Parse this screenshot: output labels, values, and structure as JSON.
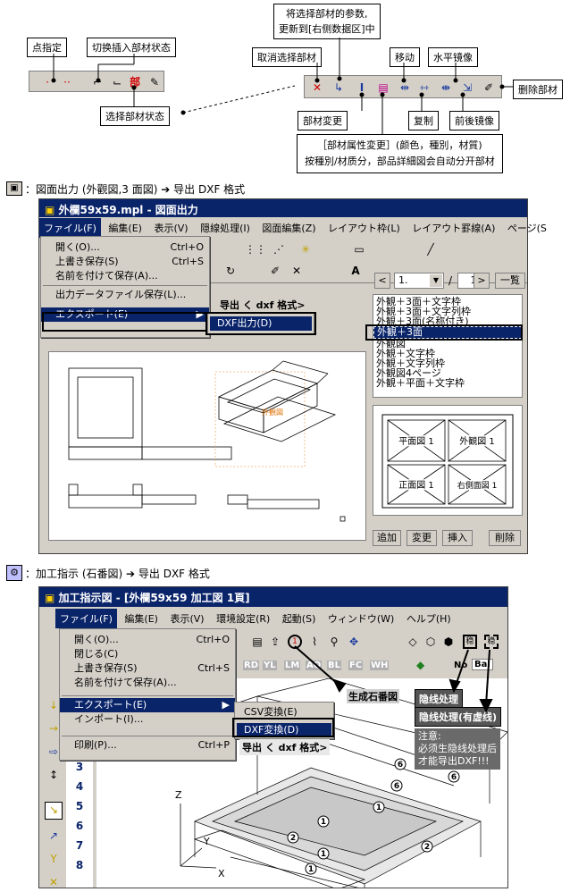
{
  "top": {
    "labels": {
      "point": "点指定",
      "switch": "切换插入部材状态",
      "select_state": "选择部材状态",
      "update": "将选择部材的参数,\n更新到[右侧数据区]中",
      "cancel": "取消选择部材",
      "move": "移动",
      "hmirror": "水平镜像",
      "delete": "删除部材",
      "change": "部材変更",
      "copy": "复制",
      "fbmirror": "前後镜像"
    },
    "attr_note_line1": "［部材属性変更］(颜色，種別，材質)",
    "attr_note_line2": "按種別/材质分，部品詳細図会自动分开部材",
    "left_toolbar_glyph": "部",
    "colors": {
      "red": "#d00000",
      "blue": "#1a3aa0",
      "magenta": "#c0008a"
    }
  },
  "sec1": {
    "caption": "：図面出力 (外觀図,3 面図)",
    "arrow": "➔",
    "caption_tail": "导出 DXF 格式",
    "window_title": "外欄59x59.mpl - 図面出力",
    "menubar": [
      "ファイル(F)",
      "編集(E)",
      "表示(V)",
      "隠線処理(I)",
      "図面編集(Z)",
      "レイアウト枠(L)",
      "レイアウト罫線(A)",
      "ページ(S"
    ],
    "file_menu": [
      {
        "label": "開く(O)...",
        "shortcut": "Ctrl+O"
      },
      {
        "label": "上書き保存(S)",
        "shortcut": "Ctrl+S"
      },
      {
        "label": "名前を付けて保存(A)...",
        "shortcut": ""
      },
      {
        "label": "出力データファイル保存(L)...",
        "shortcut": ""
      },
      {
        "label": "エクスポート(E)",
        "shortcut": ""
      }
    ],
    "submenu": "DXF出力(D)",
    "export_hint": "导出 く dxf 格式>",
    "page_num": "1.",
    "page_sep": "/",
    "page_total": "1",
    "btn_prev": "<",
    "btn_next": ">",
    "btn_list": "一覧",
    "layout_list": [
      "外観＋3面＋文字枠",
      "外観＋3面＋文字列枠",
      "外観＋3面(名称付き)",
      "外観＋3面",
      "外観図",
      "外観＋文字枠",
      "外観＋文字列枠",
      "外観図4ページ",
      "外観＋平面＋文字枠"
    ],
    "selected_index": 3,
    "preview": {
      "plan": "平面図 1",
      "outside": "外観図 1",
      "front": "正面図 1",
      "right": "右側面図 1"
    },
    "drawing_label": "外観図",
    "buttons": [
      "追加",
      "変更",
      "挿入",
      "削除"
    ]
  },
  "sec2": {
    "caption": "：加工指示 (石番図)",
    "arrow": "➔",
    "caption_tail": "导出 DXF 格式",
    "window_title": "加工指示図 - [外欄59x59 加工図 1頁]",
    "menubar": [
      "ファイル(F)",
      "編集(E)",
      "表示(V)",
      "環境設定(R)",
      "起動(S)",
      "ウィンドウ(W)",
      "ヘルプ(H)"
    ],
    "file_menu": [
      {
        "label": "開く(O)...",
        "shortcut": "Ctrl+O"
      },
      {
        "label": "閉じる(C)",
        "shortcut": ""
      },
      {
        "label": "上書き保存(S)",
        "shortcut": "Ctrl+S"
      },
      {
        "label": "名前を付けて保存(A)...",
        "shortcut": ""
      },
      {
        "label": "エクスポート(E)",
        "shortcut": ""
      },
      {
        "label": "インポート(I)...",
        "shortcut": ""
      },
      {
        "label": "印刷(P)...",
        "shortcut": "Ctrl+P"
      }
    ],
    "submenu": [
      "CSV変換(E)",
      "DXF変換(D)"
    ],
    "export_hint": "导出 く dxf 格式>",
    "gen_label": "生成石番図",
    "hidden1": "隐线处理",
    "hidden2": "隐线处理(有虚线)",
    "note": [
      "注意:",
      "必须生隐线处理后",
      "才能导出DXF!!!"
    ],
    "side_numbers": [
      "3",
      "4",
      "5",
      "6",
      "7",
      "8"
    ],
    "toolbar_tags": [
      "RD",
      "YL",
      "LM",
      "AQ",
      "BL",
      "FC",
      "WH"
    ],
    "toolbar_right": [
      "No",
      "Bal"
    ],
    "stone_numbers": [
      "1",
      "2",
      "1",
      "2",
      "1",
      "1",
      "6",
      "6",
      "6"
    ],
    "axes": [
      "Z",
      "Y",
      "X"
    ]
  }
}
